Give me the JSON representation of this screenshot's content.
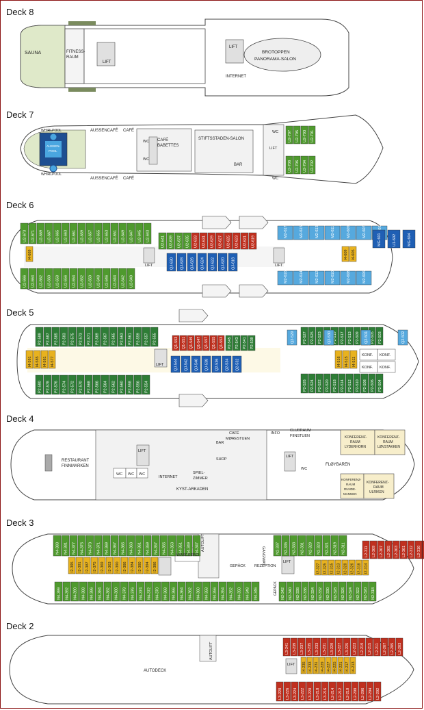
{
  "decks": [
    {
      "id": "deck8",
      "title": "Deck 8",
      "labels": {
        "sauna": "SAUNA",
        "fitness_1": "FITNESS-",
        "fitness_2": "RAUM",
        "lift_a": "LIFT",
        "lift_b": "LIFT",
        "internet": "INTERNET",
        "brotoppen_1": "BROTOPPEN",
        "brotoppen_2": "PANORAMA-SALON"
      }
    },
    {
      "id": "deck7",
      "title": "Deck 7",
      "labels": {
        "whirlpool_top": "WHIRLPOOL",
        "whirlpool_bottom": "WHIRLPOOL",
        "aussenpool_1": "AUSSEN-",
        "aussenpool_2": "POOL",
        "aussencafe_top": "AUSSENCAFÉ",
        "cafe_top": "CAFÉ",
        "aussencafe_bottom": "AUSSENCAFÉ",
        "cafe_bottom": "CAFÉ",
        "wc_a": "WC",
        "wc_b": "WC",
        "cafe_babettes_1": "CAFÉ",
        "cafe_babettes_2": "BABETTES",
        "stiftsstaden": "STIFTSSTADEN-SALON",
        "bar": "BAR",
        "wc_c": "WC",
        "wc_d": "WC",
        "lift": "LIFT"
      },
      "cabins": {
        "green_top": [
          "U2-707",
          "U2-705",
          "U2-703",
          "U2-701"
        ],
        "green_bottom": [
          "U2-708",
          "U2-706",
          "U2-704",
          "U2-702"
        ]
      }
    },
    {
      "id": "deck6",
      "title": "Deck 6",
      "labels": {
        "lift_a": "LIFT",
        "lift_b": "LIFT"
      },
      "cabins": {
        "green_top": [
          "U2-673",
          "U2-671",
          "U2-669",
          "U2-667",
          "U2-665",
          "U2-663",
          "U2-661",
          "U2-659",
          "U2-657",
          "U2-655",
          "U2-653",
          "U2-651",
          "U2-649",
          "U2-647",
          "U2-645",
          "U2-643"
        ],
        "green_bottom": [
          "U2-666",
          "U2-664",
          "U2-662",
          "U2-660",
          "U2-658",
          "U2-656",
          "U2-654",
          "U2-652",
          "U2-650",
          "U2-648",
          "U2-646",
          "U2-644",
          "U2-642",
          "U2-640"
        ],
        "yellow_left": [
          "I4-669"
        ],
        "green_mid": [
          "U2-641",
          "U2-639",
          "U2-637",
          "U2-635"
        ],
        "red_mid": [
          "U2-633",
          "U2-631",
          "U2-629",
          "U2-627",
          "U2-625",
          "U2-623",
          "U2-621",
          "U2-619"
        ],
        "blue_mid": [
          "QJ-630",
          "QJ-628",
          "QJ-626",
          "QJ-624",
          "QJ-622",
          "QJ-620",
          "QJ-618"
        ],
        "mini_top": [
          "M2-617",
          "M2-615",
          "M2-613",
          "M2-611",
          "M2-609",
          "M2-607",
          "M2-603"
        ],
        "mini_bottom": [
          "M2-616",
          "M2-614",
          "M2-612",
          "M2-610",
          "M2-608",
          "M2-606"
        ],
        "yellow_right": [
          "I4-609",
          "I4-605"
        ],
        "mg": [
          "MG 601",
          "U1-602",
          "MG 604"
        ]
      }
    },
    {
      "id": "deck5",
      "title": "Deck 5",
      "labels": {
        "lift": "LIFT",
        "konf_1": "KONF.",
        "konf_2": "KONF.",
        "konf_3": "KONF.",
        "konf_4": "KONF."
      },
      "cabins": {
        "green_top": [
          "P2-589",
          "P2-587",
          "P2-585",
          "P2-583",
          "P2-575",
          "P2-573",
          "P2-571",
          "P2-569",
          "P2-567",
          "P2-565",
          "P2-563",
          "P2-561",
          "P2-559",
          "P2-557",
          "P2-555"
        ],
        "green_bottom": [
          "P2-580",
          "P2-578",
          "P2-576",
          "P2-574",
          "P2-572",
          "P2-570",
          "P2-568",
          "P2-566",
          "P2-564",
          "P2-562",
          "P2-560",
          "P2-558",
          "P2-556",
          "P2-554"
        ],
        "yellow_left": [
          "I4-591",
          "I4-585",
          "I4-581",
          "I4-577"
        ],
        "red_mid": [
          "Q1-553",
          "Q1-551",
          "Q1-549",
          "Q1-547",
          "Q1-557",
          "Q1-555",
          "Q1-553"
        ],
        "green_midc": [
          "P2-545",
          "P2-543",
          "P2-541",
          "P2-539"
        ],
        "blue_mid": [
          "QJ-544",
          "QJ-542",
          "QJ-540",
          "QJ-538",
          "Q2-536",
          "Q2-534",
          "Q2-532"
        ],
        "right_top_green": [
          "P2-527",
          "P2-525",
          "P2-523",
          "P2-521",
          "P2-519",
          "P2-517",
          "P2-513",
          "P2-509",
          "P2-507",
          "P2-505",
          "P2-503"
        ],
        "right_bottom_green": [
          "P2-526",
          "P2-524",
          "P2-522",
          "P2-520",
          "P2-518",
          "P2-514",
          "P2-512",
          "P2-510",
          "P2-508",
          "P2-506",
          "P2-504"
        ],
        "q2_right": [
          "Q2-529",
          "Q2-530",
          "Q2-501",
          "Q2-502"
        ],
        "yellow_right": [
          "I4-516",
          "I4-515",
          "I4-511"
        ]
      }
    },
    {
      "id": "deck4",
      "title": "Deck 4",
      "labels": {
        "restaurant_1": "RESTAURANT",
        "restaurant_2": "FINNMARKEN",
        "lift_a": "LIFT",
        "wc_a": "WC",
        "wc_b": "WC",
        "wc_c": "WC",
        "internet": "INTERNET",
        "spiel_1": "SPIEL-",
        "spiel_2": "ZIMMER",
        "kyst": "KYST-ARKADEN",
        "bar": "BAR",
        "shop": "SHOP",
        "cafe_1": "CAFÉ",
        "cafe_2": "MØRESTUEN",
        "info": "INFO",
        "club_1": "CLUBRAUM",
        "club_2": "FIINSTUEN",
        "lift_b": "LIFT",
        "wc_d": "WC",
        "floy": "FLØYBAREN",
        "k1_1": "KONFERENZ-",
        "k1_2": "RAUM",
        "k1_3": "LYDERHORN",
        "k2_1": "KONFERENZ-",
        "k2_2": "RAUM",
        "k2_3": "LØVSTAKKEN",
        "k3_1": "KONFERENZ-",
        "k3_2": "RAUM",
        "k3_3": "RUNDE-",
        "k3_4": "MANNEN",
        "k4_1": "KONFERENZ-",
        "k4_2": "RAUM",
        "k4_3": "ULRIKEN"
      }
    },
    {
      "id": "deck3",
      "title": "Deck 3",
      "labels": {
        "autolift": "AUTOLIFT",
        "waescherei": "WÄSCHEREI",
        "gangway": "GANGWAY",
        "gepaeck_a": "GEPÄCK",
        "rezeption": "REZEPTION",
        "lift": "LIFT",
        "gepaeck_b": "GEPÄCK"
      },
      "cabins": {
        "green_top": [
          "N4-383",
          "N4-381",
          "N4-377",
          "N4-375",
          "N4-373",
          "N4-371",
          "N4-369",
          "N4-367",
          "N4-365",
          "N4-363",
          "N4-361",
          "N4-359",
          "N4-357",
          "N4-355",
          "N4-353",
          "N4-351",
          "N4-349",
          "N4-347"
        ],
        "yellow_left": [
          "I2-395",
          "I2-391",
          "I2-387",
          "I2-375",
          "I2-369",
          "I2-363",
          "I2-390",
          "I2-386",
          "I2-384",
          "I2-380",
          "I2-394",
          "I2-386"
        ],
        "green_bottom": [
          "N4-399",
          "N4-392",
          "N4-390",
          "N4-388",
          "N4-386",
          "N4-384",
          "N4-382",
          "N4-380",
          "N4-378",
          "N4-376",
          "N4-374",
          "N4-372",
          "N4-370",
          "N4-368",
          "N4-366",
          "N4-364",
          "N4-362",
          "N4-360",
          "N4-358",
          "N4-356",
          "N4-354",
          "N4-352",
          "N4-350",
          "N4-348",
          "N4-346"
        ],
        "green_right_top": [
          "N2-337",
          "N2-335",
          "N2-333",
          "N2-331",
          "N2-329",
          "N2-323",
          "N2-321",
          "N2-319",
          "N2-311"
        ],
        "green_right_bottom": [
          "N2-342",
          "N2-340",
          "N2-338",
          "N2-336",
          "N2-334",
          "N2-332",
          "N2-330",
          "N2-328",
          "N2-326",
          "N2-324",
          "N2-322",
          "N2-320",
          "N2-318"
        ],
        "yellow_right": [
          "I2-327",
          "I2-325",
          "I2-315",
          "I2-313",
          "I2-328",
          "I2-326",
          "I2-318",
          "I2-314"
        ],
        "red_right": [
          "L2-311",
          "L2-309",
          "L2-307",
          "L2-305",
          "L2-303",
          "L2-301",
          "L2-312",
          "L2-310",
          "L2-308",
          "L2-306",
          "L2-304",
          "L2-302"
        ]
      }
    },
    {
      "id": "deck2",
      "title": "Deck 2",
      "labels": {
        "autolift": "AUTOLIFT",
        "autodeck": "AUTODECK",
        "lift": "LIFT"
      },
      "cabins": {
        "red_top": [
          "L3-241",
          "L3-239",
          "L3-237",
          "L3-235",
          "L3-233",
          "L3-231",
          "L3-229",
          "L3-227",
          "L3-225",
          "L2-223",
          "L2-219",
          "L2-215",
          "L2-211",
          "L2-207",
          "L2-205",
          "L2-203"
        ],
        "yellow": [
          "I4-235",
          "I4-233",
          "I4-231",
          "I4-229",
          "I4-227",
          "I4-225",
          "I4-221",
          "I4-217",
          "I4-213"
        ],
        "red_bottom": [
          "L3-228",
          "L3-226",
          "L3-224",
          "L3-222",
          "L3-220",
          "L3-218",
          "L3-216",
          "L2-214",
          "L2-212",
          "L2-210",
          "L2-208",
          "L2-206",
          "L2-204",
          "L2-202"
        ]
      }
    }
  ]
}
